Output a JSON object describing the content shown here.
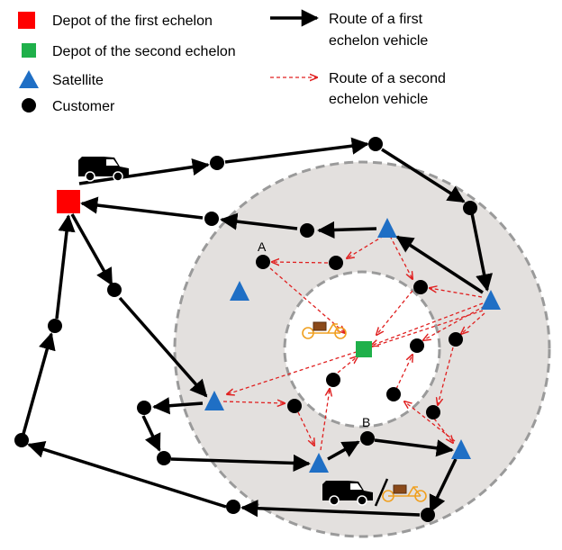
{
  "legend": {
    "depot_first": "Depot of the first echelon",
    "depot_second": "Depot of the second echelon",
    "satellite": "Satellite",
    "customer": "Customer",
    "route_first_line1": "Route of a first",
    "route_first_line2": "echelon vehicle",
    "route_second_line1": "Route of a second",
    "route_second_line2": "echelon vehicle"
  },
  "point_labels": {
    "a": "A",
    "b": "B"
  },
  "icons": {
    "van": "delivery-van-icon",
    "cargo_bike": "cargo-bike-icon"
  },
  "colors": {
    "depot_first": "#ff0000",
    "depot_second": "#1fb04a",
    "satellite": "#1f6fc5",
    "customer": "#000000",
    "route_first": "#000000",
    "route_second": "#e02020",
    "outer_zone": "#e3e0de",
    "zone_border": "#9a9a9a",
    "bike": "#f0a020"
  }
}
